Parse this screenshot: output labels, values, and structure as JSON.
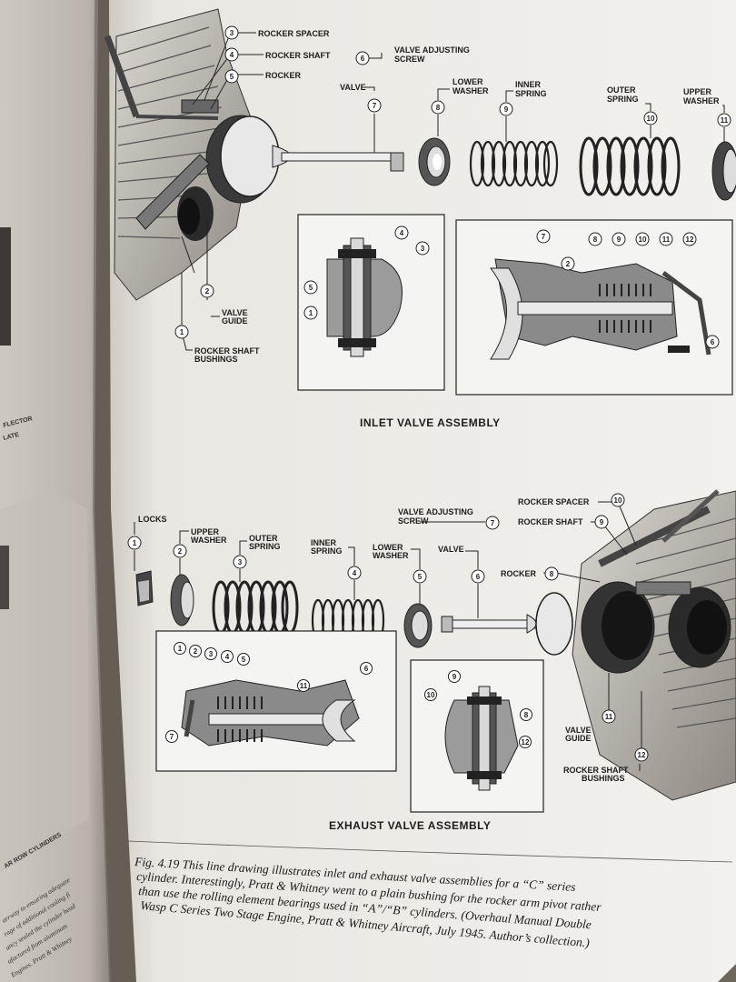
{
  "inlet": {
    "title": "INLET VALVE ASSEMBLY",
    "labels": {
      "rocker_spacer": "ROCKER SPACER",
      "rocker_shaft": "ROCKER SHAFT",
      "rocker": "ROCKER",
      "valve_adjusting_screw_1": "VALVE ADJUSTING",
      "valve_adjusting_screw_2": "SCREW",
      "valve": "VALVE",
      "lower_washer_1": "LOWER",
      "lower_washer_2": "WASHER",
      "inner_spring_1": "INNER",
      "inner_spring_2": "SPRING",
      "outer_spring_1": "OUTER",
      "outer_spring_2": "SPRING",
      "upper_washer_1": "UPPER",
      "upper_washer_2": "WASHER",
      "valve_guide_1": "VALVE",
      "valve_guide_2": "GUIDE",
      "rocker_shaft_bushings_1": "ROCKER SHAFT",
      "rocker_shaft_bushings_2": "BUSHINGS"
    },
    "numbers": [
      "1",
      "2",
      "3",
      "4",
      "5",
      "6",
      "7",
      "8",
      "9",
      "10",
      "11"
    ]
  },
  "exhaust": {
    "title": "EXHAUST VALVE ASSEMBLY",
    "labels": {
      "locks": "LOCKS",
      "upper_washer_1": "UPPER",
      "upper_washer_2": "WASHER",
      "outer_spring_1": "OUTER",
      "outer_spring_2": "SPRING",
      "inner_spring_1": "INNER",
      "inner_spring_2": "SPRING",
      "lower_washer_1": "LOWER",
      "lower_washer_2": "WASHER",
      "valve": "VALVE",
      "valve_adjusting_screw_1": "VALVE ADJUSTING",
      "valve_adjusting_screw_2": "SCREW",
      "rocker_spacer": "ROCKER SPACER",
      "rocker_shaft": "ROCKER SHAFT",
      "rocker": "ROCKER",
      "valve_guide_1": "VALVE",
      "valve_guide_2": "GUIDE",
      "rocker_shaft_bushings_1": "ROCKER SHAFT",
      "rocker_shaft_bushings_2": "BUSHINGS"
    },
    "numbers": [
      "1",
      "2",
      "3",
      "4",
      "5",
      "6",
      "7",
      "8",
      "9",
      "10",
      "11",
      "12"
    ]
  },
  "caption": {
    "line1": "Fig. 4.19  This line drawing illustrates inlet and exhaust valve assemblies for a “C” series",
    "line2": "cylinder. Interestingly, Pratt & Whitney went to a plain bushing for the rocker arm pivot rather",
    "line3": "than use the rolling element bearings used in “A”/“B” cylinders.  (Overhaul Manual Double",
    "line4": "Wasp C Series Two Stage Engine, Pratt & Whitney Aircraft, July 1945.  Author’s collection.)"
  },
  "left_page": {
    "label_top_1": "FLECTOR",
    "label_top_2": "LATE",
    "label_bottom": "AR ROW CYLINDERS",
    "text_1": "arrway to ensuring adequate",
    "text_2": "rage of additional cooling fi",
    "text_3": "ancy sealed the cylinder head",
    "text_4": "afactured from aluminum",
    "text_5": "Engines. Pratt & Whitney"
  }
}
